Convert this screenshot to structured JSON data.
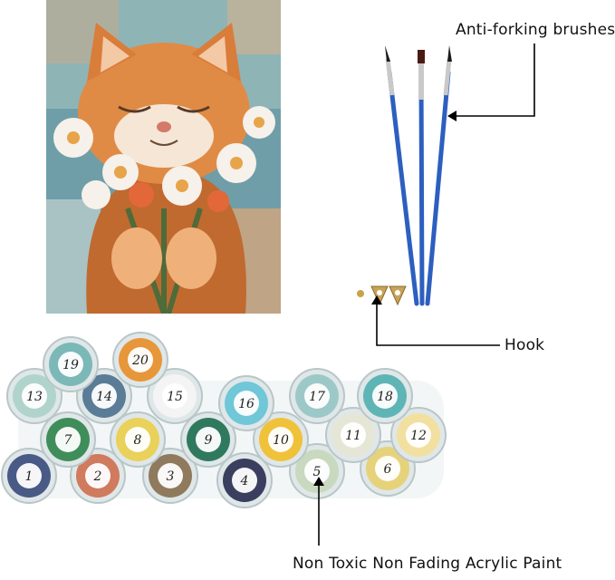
{
  "labels": {
    "brushes": "Anti-forking brushes",
    "hook": "Hook",
    "paint": "Non Toxic Non Fading Acrylic Paint"
  },
  "paint_pots": [
    {
      "number": "1",
      "color": "#4a5a86"
    },
    {
      "number": "2",
      "color": "#d07a5e"
    },
    {
      "number": "3",
      "color": "#8f7a5e"
    },
    {
      "number": "4",
      "color": "#3a3f60"
    },
    {
      "number": "5",
      "color": "#c9d9c0"
    },
    {
      "number": "6",
      "color": "#e6d27a"
    },
    {
      "number": "7",
      "color": "#3f8e5a"
    },
    {
      "number": "8",
      "color": "#e9d15a"
    },
    {
      "number": "9",
      "color": "#2f7a5e"
    },
    {
      "number": "10",
      "color": "#f0c23a"
    },
    {
      "number": "11",
      "color": "#e6e6d6"
    },
    {
      "number": "12",
      "color": "#f2e0a0"
    },
    {
      "number": "13",
      "color": "#b0d4cc"
    },
    {
      "number": "14",
      "color": "#5a7c96"
    },
    {
      "number": "15",
      "color": "#f4f4f4"
    },
    {
      "number": "16",
      "color": "#6fc7d8"
    },
    {
      "number": "17",
      "color": "#9cc9c8"
    },
    {
      "number": "18",
      "color": "#5fb5b6"
    },
    {
      "number": "19",
      "color": "#7cb8b8"
    },
    {
      "number": "20",
      "color": "#e7963a"
    }
  ]
}
